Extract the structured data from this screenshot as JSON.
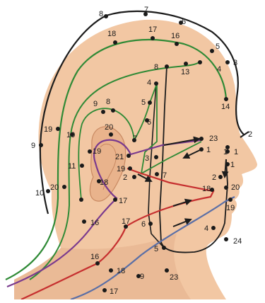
{
  "colors": {
    "background": "#ffffff",
    "skin": "#f2c7a3",
    "skin_shadow": "#dca37e",
    "black_line": "#1c1c1c",
    "green_line": "#2f8a36",
    "purple_line": "#7a3a8e",
    "red_line": "#c62f2f",
    "blue_line": "#5b6fa6",
    "dot": "#1a1a1a"
  },
  "labels": {
    "l_8_top": "8",
    "l_7_top": "7",
    "l_6_top": "6",
    "l_5_top": "5",
    "l_3_top": "3",
    "l_4_top": "4",
    "l_18_top": "18",
    "l_17_top": "17",
    "l_16_top": "16",
    "l_13": "13",
    "l_14": "14",
    "l_8_mid": "8",
    "l_4_mid": "4",
    "l_5_mid": "5",
    "l_6_mid": "6",
    "l_7_mid": "7",
    "l_9_ear": "9",
    "l_8_ear": "8",
    "l_20_ear": "20",
    "l_19_back": "19",
    "l_10_back": "10",
    "l_9_back": "9",
    "l_11": "11",
    "l_19_ear": "19",
    "l_18_ear": "18",
    "l_10_neck": "10",
    "l_20_neck": "20",
    "l_21": "21",
    "l_3_mid": "3",
    "l_19_mid": "19",
    "l_2_mid": "2",
    "l_7_cheek": "7",
    "l_23_eye": "23",
    "l_1_eye": "1",
    "l_2_nose": "2",
    "l_1_face_a": "1",
    "l_1_face_b": "1",
    "l_1_face_c": "1",
    "l_2_face": "2",
    "l_18_face": "18",
    "l_20_face": "20",
    "l_19_face": "19",
    "l_17_jaw": "17",
    "l_16_neck": "16",
    "l_17_neck": "17",
    "l_6_neck": "6",
    "l_4_chin": "4",
    "l_24": "24",
    "l_5_neck": "5",
    "l_16_low": "16",
    "l_18_low": "18",
    "l_9_low": "9",
    "l_23_low": "23",
    "l_17_low": "17"
  }
}
